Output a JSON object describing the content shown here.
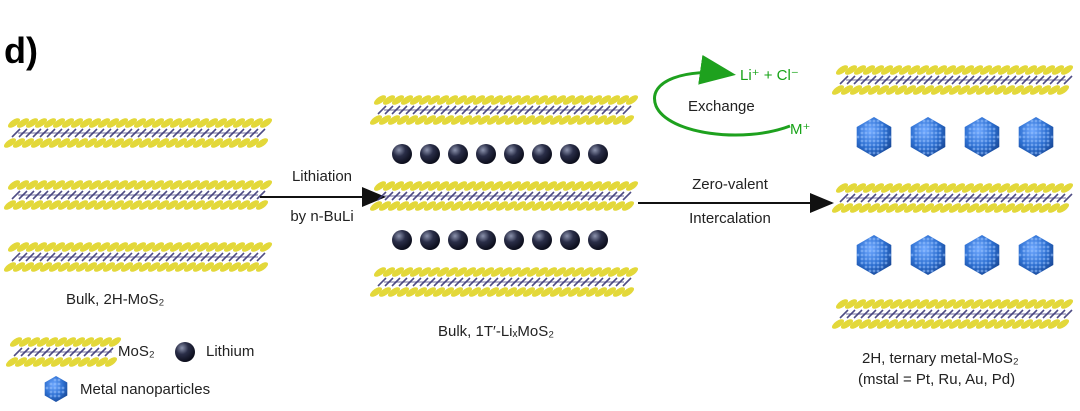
{
  "panel_letter": "d)",
  "step1": {
    "line1": "Lithiation",
    "line2": "by n-BuLi"
  },
  "step2": {
    "line1": "Zero-valent",
    "line2": "Intercalation"
  },
  "exchange": {
    "label": "Exchange",
    "top": "Li⁺ + Cl⁻",
    "bottom": "M⁺"
  },
  "captions": {
    "bulk_2h": "Bulk, 2H-MoS₂",
    "bulk_1t": "Bulk, 1T′-LiₓMoS₂",
    "ternary_line1": "2H, ternary metal-MoS₂",
    "ternary_line2": "(mstal = Pt, Ru, Au, Pd)"
  },
  "legend": {
    "mos2": "MoS₂",
    "lithium": "Lithium",
    "nanoparticles": "Metal nanoparticles"
  },
  "colors": {
    "sulfur": "#e3d83a",
    "molybdenum": "#3c3a78",
    "lithium": "#1f2236",
    "nanoparticle": "#2d6fd0",
    "exchange_arrow": "#1ea11e"
  }
}
